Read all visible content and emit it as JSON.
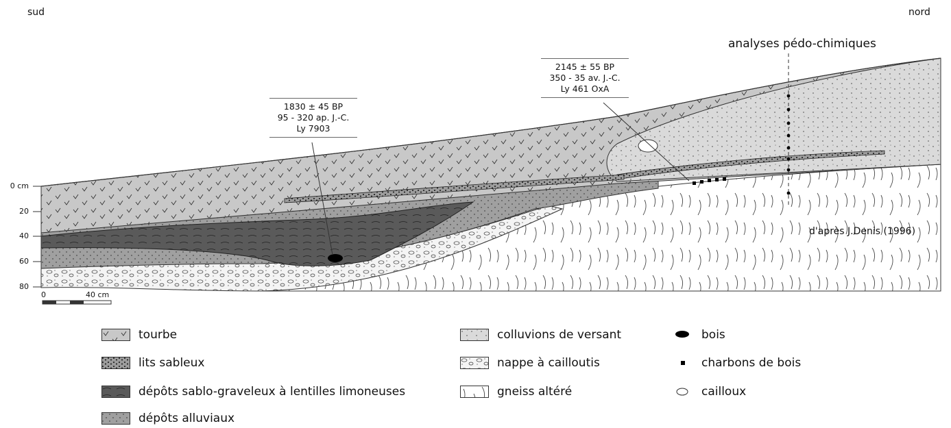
{
  "labels": {
    "south": "sud",
    "north": "nord",
    "analyses": "analyses pédo-chimiques",
    "source": "d'après J.Denis (1996)",
    "scale": "40 cm",
    "scale_zero": "0"
  },
  "dates": [
    {
      "line1": "1830 ± 45 BP",
      "line2": "95 - 320 ap. J.-C.",
      "line3": "Ly 7903"
    },
    {
      "line1": "2145 ± 55 BP",
      "line2": "350 - 35 av. J.-C.",
      "line3": "Ly 461 OxA"
    }
  ],
  "depth_ticks": [
    "0 cm",
    "20",
    "40",
    "60",
    "80"
  ],
  "legend": [
    {
      "label": "tourbe",
      "pattern": "peat"
    },
    {
      "label": "lits sableux",
      "pattern": "sandy-beds"
    },
    {
      "label": "dépôts sablo-graveleux à lentilles limoneuses",
      "pattern": "gravel-sand"
    },
    {
      "label": "dépôts alluviaux",
      "pattern": "alluvial"
    },
    {
      "label": "colluvions de versant",
      "pattern": "colluvium"
    },
    {
      "label": "nappe à cailloutis",
      "pattern": "gravel-sheet"
    },
    {
      "label": "gneiss altéré",
      "pattern": "gneiss"
    },
    {
      "label": "bois",
      "pattern": "wood-icon"
    },
    {
      "label": "charbons de bois",
      "pattern": "charcoal-icon"
    },
    {
      "label": "cailloux",
      "pattern": "pebble-icon"
    }
  ],
  "colors": {
    "peat": "#c8c8c8",
    "alluvial": "#9a9a9a",
    "gravel_sand": "#5e5e5e",
    "colluvium": "#d9d9d9",
    "sandy": "#a8a8a8"
  }
}
